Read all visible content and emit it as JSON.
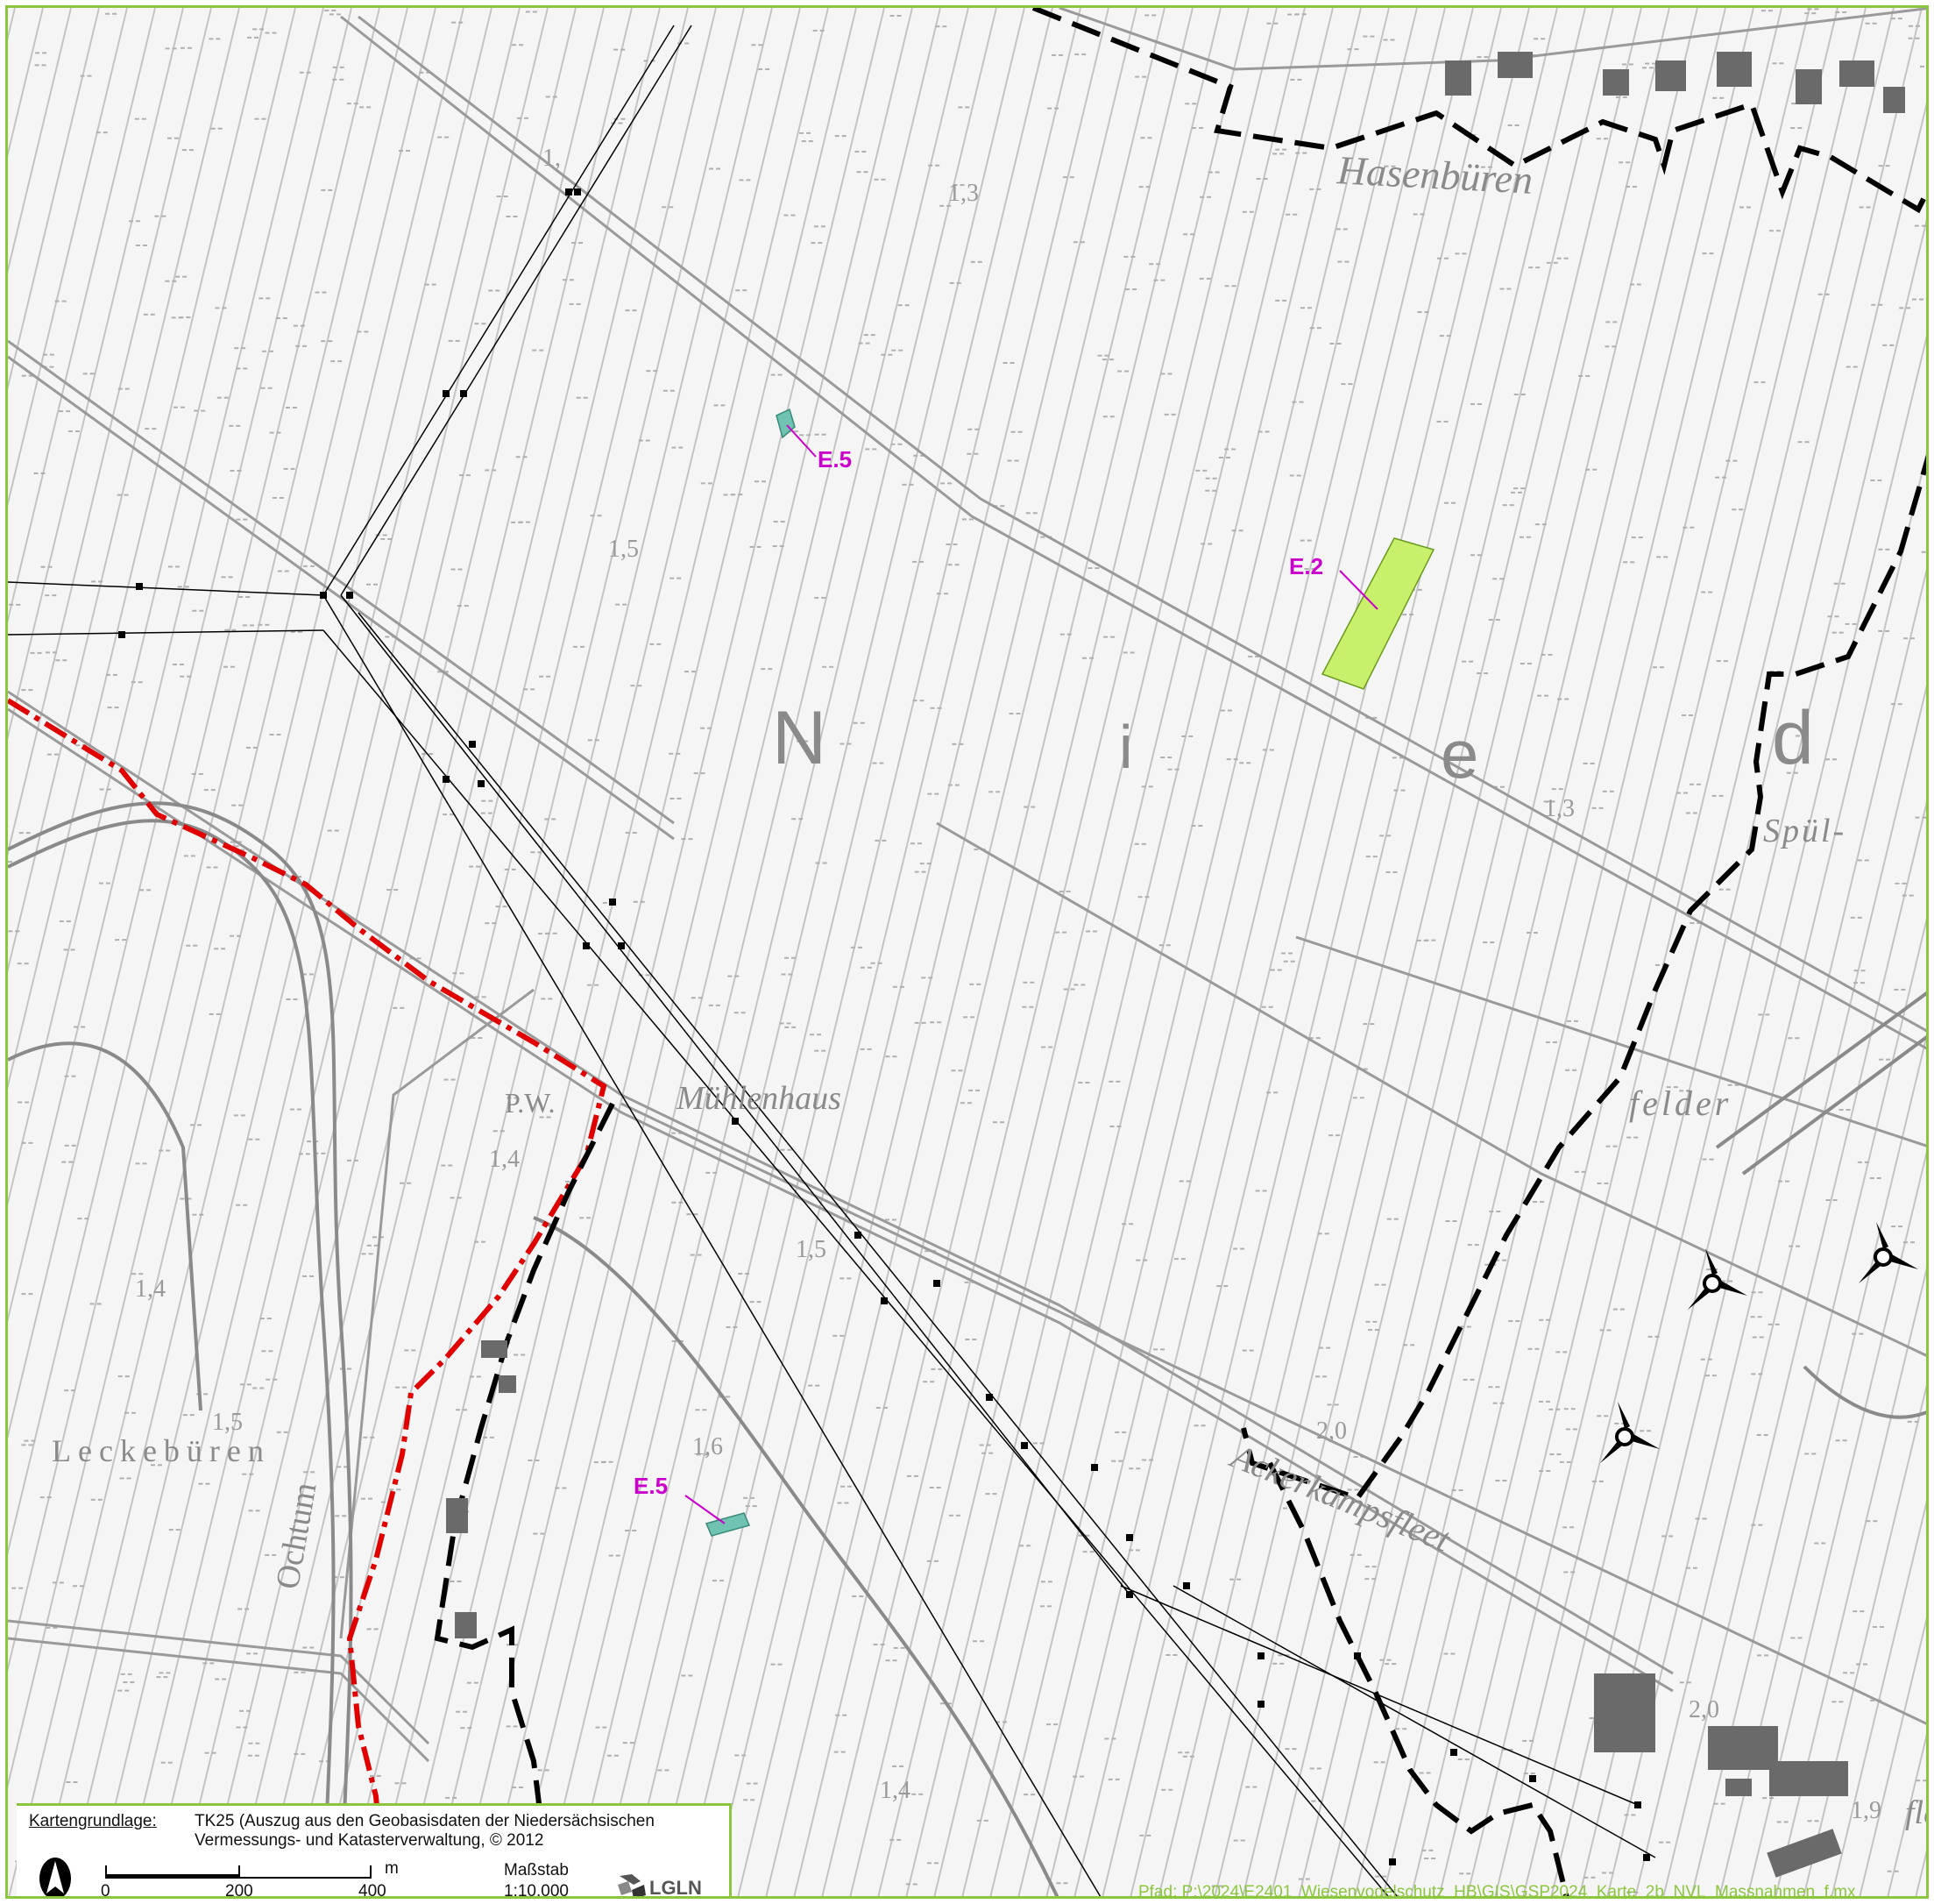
{
  "labels": {
    "measures": [
      {
        "text": "E.5",
        "color": "#cc00cc"
      },
      {
        "text": "E.2",
        "color": "#cc00cc"
      },
      {
        "text": "E.5",
        "color": "#cc00cc"
      }
    ],
    "place_hasenbueren": "Hasenbüren",
    "place_muehlenhaus": "Mühlenhaus",
    "place_pw": "P.W.",
    "place_leckebueren": "Leckebüren",
    "river_ochtum": "Ochtum",
    "fleet": "Ackerkampsfleet",
    "spuel": "Spül-",
    "felder": "felder",
    "big_n": "N",
    "big_i": "i",
    "big_e": "e",
    "big_d": "d",
    "fl": "fle",
    "elevations": [
      "1,3",
      "1,3",
      "1,5",
      "1,4",
      "1,4",
      "1,5",
      "1,5",
      "1,6",
      "2,0",
      "2,0",
      "1,4",
      "1,9",
      "1,"
    ]
  },
  "colors": {
    "measure_fill_e5": "#6fc3b0",
    "measure_fill_e2": "#c9f06a",
    "boundary_black": "#000000",
    "boundary_red": "#e00000",
    "frame": "#8cc63f"
  },
  "legend": {
    "basis_label": "Kartengrundlage:",
    "basis_line1": "TK25 (Auszug aus den Geobasisdaten der Niedersächsischen",
    "basis_line2": "Vermessungs- und Katasterverwaltung, © 2012",
    "scale_ticks": [
      "0",
      "200",
      "400"
    ],
    "scale_unit": "m",
    "scale_title": "Maßstab",
    "scale_value": "1:10.000",
    "north_icon": "north-arrow-icon",
    "logo_icon": "lgln-logo-icon",
    "logo_text": "LGLN"
  },
  "path": "Pfad: P:\\2024\\E2401_Wiesenvogelschutz_HB\\GIS\\GSP2024_Karte_2b_NVL_Massnahmen_f.mx"
}
